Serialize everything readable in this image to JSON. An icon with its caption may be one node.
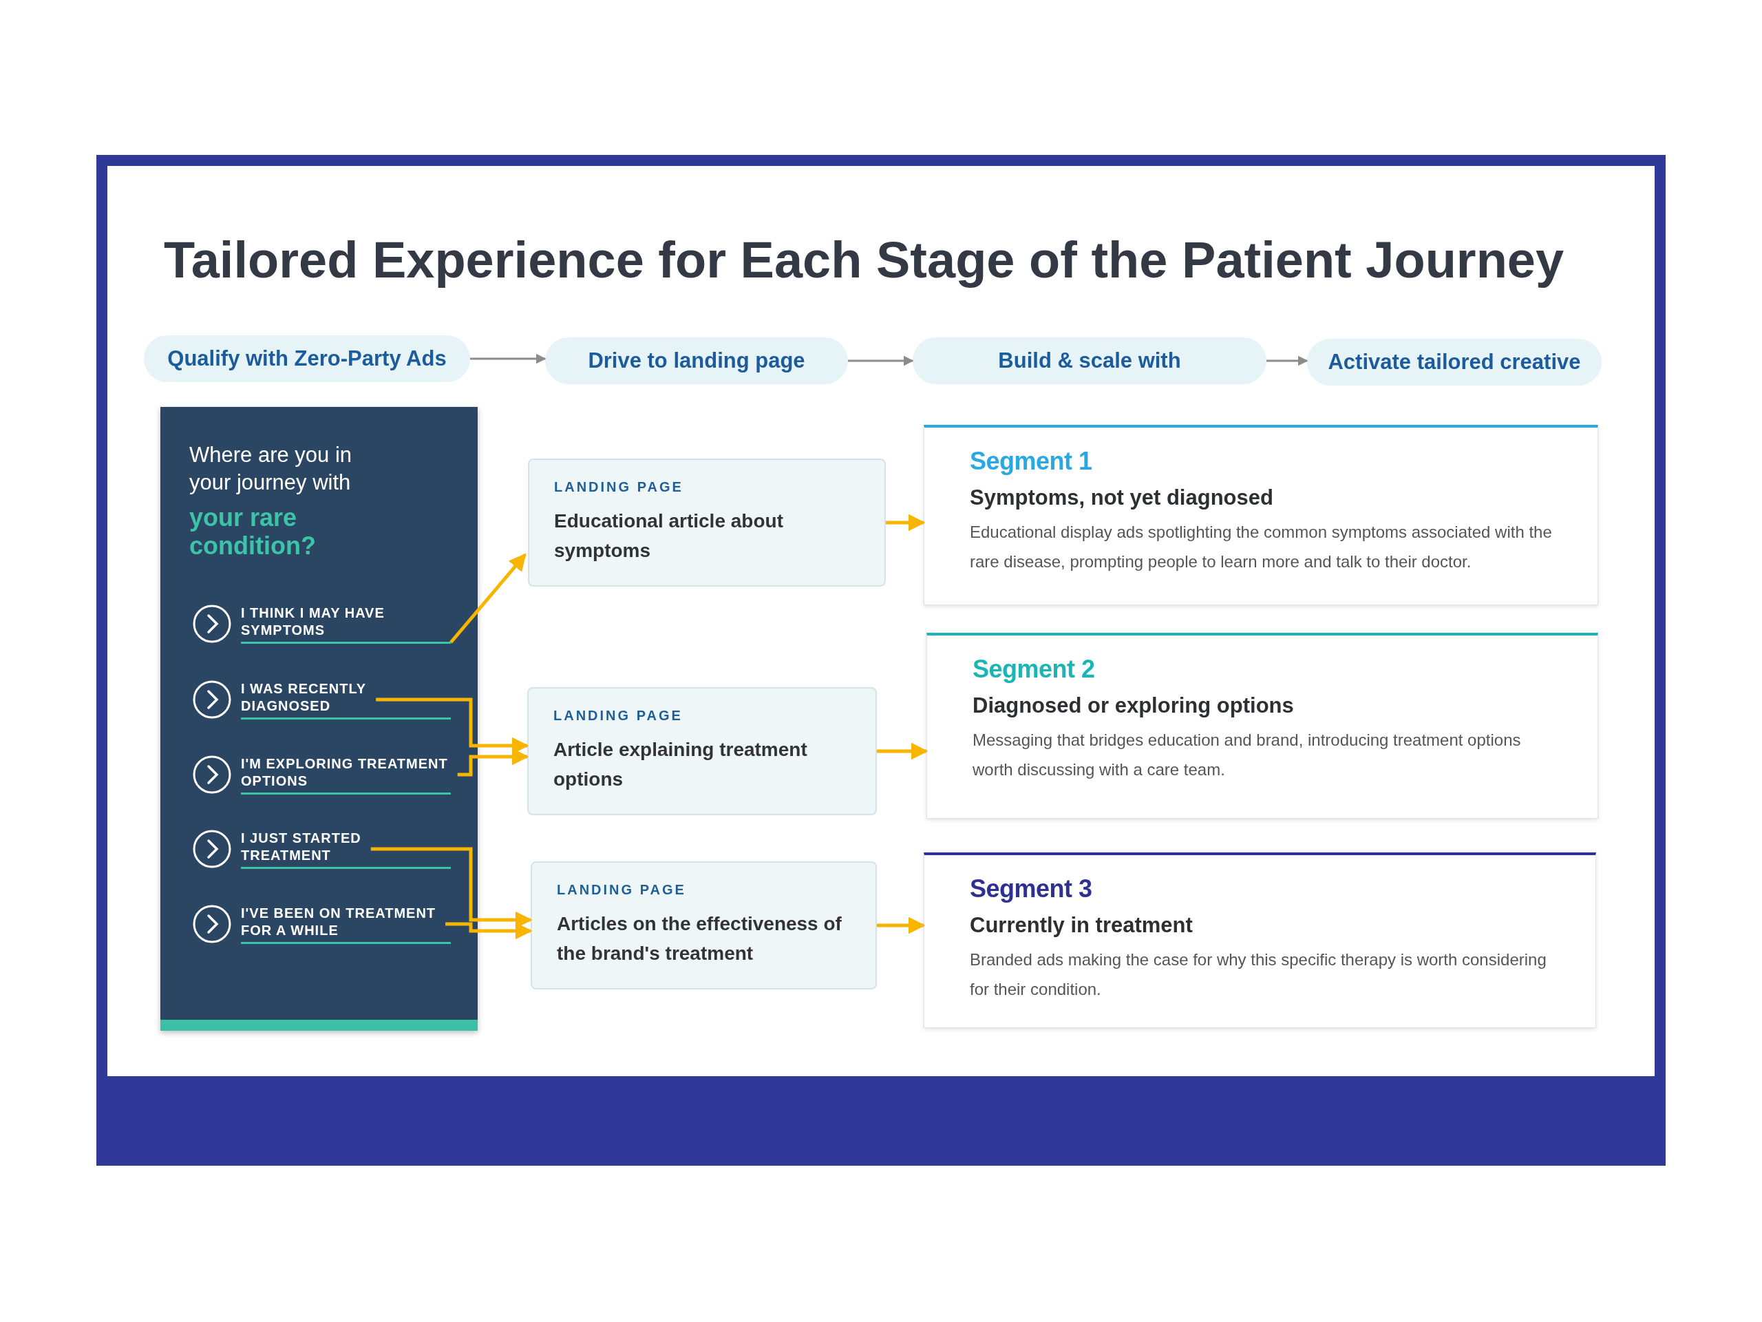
{
  "diagram": {
    "title": "Tailored Experience for Each Stage of the Patient Journey",
    "nodes": [
      {
        "text": [
          "Qualify with Zero-Party Ads"
        ]
      },
      {
        "text": [
          "Drive to landing page"
        ]
      },
      {
        "text": [
          "Build & scale with"
        ]
      },
      {
        "text": [
          "Activate tailored creative"
        ]
      },
      {
        "text": [
          "Where are you in your journey with",
          "your rare condition?"
        ]
      },
      {
        "text": [
          "I THINK I MAY HAVE SYMPTOMS"
        ],
        "in": 4
      },
      {
        "text": [
          "I WAS RECENTLY DIAGNOSED"
        ],
        "in": 4
      },
      {
        "text": [
          "I'M EXPLORING TREATMENT OPTIONS"
        ],
        "in": 4
      },
      {
        "text": [
          "I JUST STARTED TREATMENT"
        ],
        "in": 4
      },
      {
        "text": [
          "I'VE BEEN ON TREATMENT FOR A WHILE"
        ],
        "in": 4
      },
      {
        "text": [
          "LANDING PAGE",
          "Educational article about symptoms"
        ]
      },
      {
        "text": [
          "LANDING PAGE",
          "Article explaining treatment options"
        ]
      },
      {
        "text": [
          "LANDING PAGE",
          "Articles on the effectiveness of the brand's treatment"
        ]
      },
      {
        "text": [
          "Segment 1",
          "Symptoms, not yet diagnosed",
          "Educational display ads spotlighting the common symptoms associated with the rare disease, prompting people to learn more and talk to their doctor."
        ]
      },
      {
        "text": [
          "Segment 2",
          "Diagnosed or exploring options",
          "Messaging that bridges education and brand, introducing treatment options worth discussing with a care team."
        ]
      },
      {
        "text": [
          "Segment 3",
          "Currently in treatment",
          "Branded ads making the case for why this specific therapy is worth considering for their condition."
        ]
      }
    ],
    "edges": [
      {
        "from": 0,
        "to": 1,
        "arrow": "to",
        "color": "#8c8c8c"
      },
      {
        "from": 1,
        "to": 2,
        "arrow": "to",
        "color": "#8c8c8c"
      },
      {
        "from": 2,
        "to": 3,
        "arrow": "to",
        "color": "#8c8c8c"
      },
      {
        "from": 5,
        "to": 10,
        "arrow": "to"
      },
      {
        "from": 6,
        "to": 11,
        "arrow": "to"
      },
      {
        "from": 7,
        "to": 11,
        "arrow": "to"
      },
      {
        "from": 8,
        "to": 12,
        "arrow": "to"
      },
      {
        "from": 9,
        "to": 12,
        "arrow": "to"
      },
      {
        "from": 10,
        "to": 13,
        "arrow": "to"
      },
      {
        "from": 11,
        "to": 14,
        "arrow": "to"
      },
      {
        "from": 12,
        "to": 15,
        "arrow": "to"
      }
    ]
  }
}
